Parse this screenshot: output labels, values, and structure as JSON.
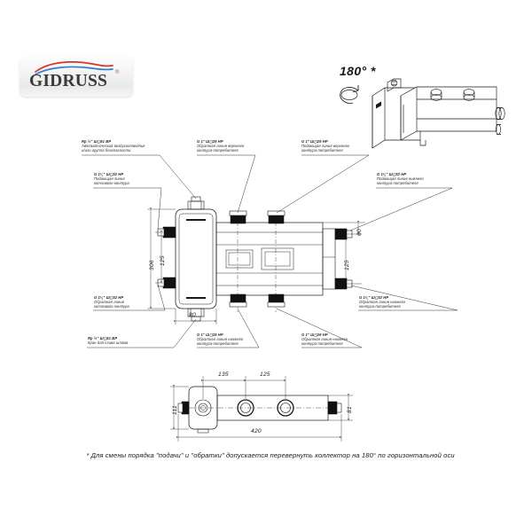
{
  "logo": {
    "wordmark": "GIDRUSS",
    "registered_mark": "®",
    "wave_colors": {
      "upper": "#d8322b",
      "lower": "#2f7fd0"
    }
  },
  "rotation_note": {
    "angle_label": "180° *",
    "icon": "rotation-arrow-icon"
  },
  "labels": [
    {
      "id": "air-vent",
      "line1": "Rp ½\" Ш◻51 ВР",
      "line2": "Автоматический воздухоотводчик",
      "line3": "и/или группа безопасности"
    },
    {
      "id": "boiler-supply",
      "line1": "G 1¼\" Ш◻32 НР",
      "line2": "Подающая линия",
      "line3": "котлового контура"
    },
    {
      "id": "upper-circuit-return",
      "line1": "G 1\" Ш◻29 НР",
      "line2": "Обратная линия верхнего",
      "line3": "контура-потребителя"
    },
    {
      "id": "upper-circuit-supply",
      "line1": "G 1\" Ш◻29 НР",
      "line2": "Подающая линия верхнего",
      "line3": "контура-потребителя"
    },
    {
      "id": "lower-circuit-supply",
      "line1": "G 1¼\" Ш◻32 НР",
      "line2": "Подающая линия нижнего",
      "line3": "контура-потребителя"
    },
    {
      "id": "boiler-return",
      "line1": "G 1¼\" Ш◻32 НР",
      "line2": "Обратная линия",
      "line3": "котлового контура"
    },
    {
      "id": "sludge-drain",
      "line1": "Rp ½\" Ш◻51 ВР",
      "line2": "Кран для слива шлама",
      "line3": ""
    },
    {
      "id": "lower-circuit-return-left",
      "line1": "G 1\" Ш◻29 НР",
      "line2": "Обратная линия нижнего",
      "line3": "контура-потребителя"
    },
    {
      "id": "lower-circuit-return-right",
      "line1": "G 1\" Ш◻29 НР",
      "line2": "Обратная линия нижнего",
      "line3": "контура-потребителя"
    },
    {
      "id": "lower-circuit-return-far",
      "line1": "G 1¼\" Ш◻32 НР",
      "line2": "Обратная линия нижнего",
      "line3": "контура-потребителя"
    }
  ],
  "dimensions": {
    "front_view": {
      "overall_height": "306",
      "left_spacing": "125",
      "right_top_offset": "60",
      "right_spacing": "125",
      "body_width": "80"
    },
    "bottom_view": {
      "port_spacing_1": "135",
      "port_spacing_2": "125",
      "left_depth": "111",
      "right_depth": "81",
      "overall_length": "420"
    }
  },
  "footnote": "* Для смены порядка \"подачи\" и \"обратки\" допускается перевернуть коллектор на 180° по горизонтальной оси"
}
